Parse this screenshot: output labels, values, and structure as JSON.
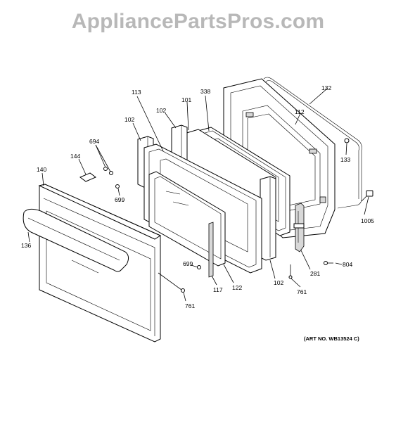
{
  "watermark": "AppliancePartsPros.com",
  "art_number": "(ART NO. WB13524 C)",
  "labels": {
    "p113": "113",
    "p338": "338",
    "p132": "132",
    "p102a": "102",
    "p102b": "102",
    "p102c": "102",
    "p101": "101",
    "p112": "112",
    "p694": "694",
    "p144": "144",
    "p140": "140",
    "p699a": "699",
    "p699b": "699",
    "p133": "133",
    "p1005": "1005",
    "p136": "136",
    "p804": "804",
    "p281": "281",
    "p761a": "761",
    "p761b": "761",
    "p117": "117",
    "p122": "122"
  }
}
